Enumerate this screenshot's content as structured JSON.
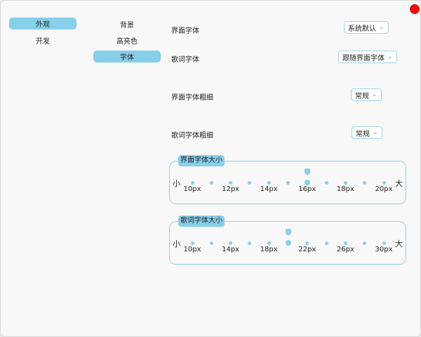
{
  "nav_primary": [
    {
      "label": "外观",
      "active": true
    },
    {
      "label": "开发",
      "active": false
    }
  ],
  "nav_secondary": [
    {
      "label": "背景",
      "active": false
    },
    {
      "label": "高亮色",
      "active": false
    },
    {
      "label": "字体",
      "active": true
    }
  ],
  "settings": {
    "ui_font": {
      "label": "界面字体",
      "value": "系统默认"
    },
    "lyric_font": {
      "label": "歌词字体",
      "value": "跟随界面字体"
    },
    "ui_font_weight": {
      "label": "界面字体粗细",
      "value": "常规"
    },
    "lyric_font_weight": {
      "label": "歌词字体粗细",
      "value": "常规"
    }
  },
  "sliders": [
    {
      "title": "界面字体大小",
      "min_label": "小",
      "max_label": "大",
      "steps": 11,
      "selected_index": 6,
      "tick_labels": [
        "10px",
        "12px",
        "14px",
        "16px",
        "18px",
        "20px"
      ]
    },
    {
      "title": "歌词字体大小",
      "min_label": "小",
      "max_label": "大",
      "steps": 11,
      "selected_index": 5,
      "tick_labels": [
        "10px",
        "14px",
        "18px",
        "22px",
        "26px",
        "30px"
      ]
    }
  ],
  "colors": {
    "accent": "#87cfea",
    "close": "#e81010"
  }
}
